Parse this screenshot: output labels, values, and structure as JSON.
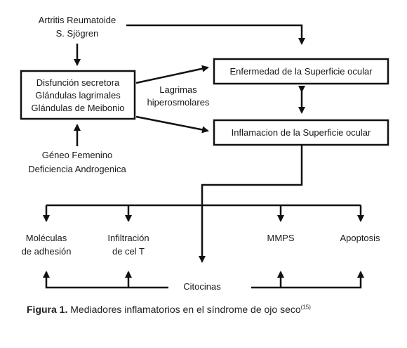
{
  "nodes": {
    "ar_line1": "Artritis Reumatoide",
    "ar_line2": "S. Sjögren",
    "disf_line1": "Disfunción secretora",
    "disf_line2": "Glándulas lagrimales",
    "disf_line3": "Glándulas de Meibonio",
    "gen_line1": "Géneo Femenino",
    "gen_line2": "Deficiencia Androgenica",
    "enfermedad": "Enfermedad de la Superficie ocular",
    "inflamacion": "Inflamacion de la Superficie ocular",
    "lagrimas_line1": "Lagrimas",
    "lagrimas_line2": "hiperosmolares",
    "moleculas_line1": "Moléculas",
    "moleculas_line2": "de adhesión",
    "infiltracion_line1": "Infiltración",
    "infiltracion_line2": "de cel T",
    "mmps": "MMPS",
    "apoptosis": "Apoptosis",
    "citocinas": "Citocinas"
  },
  "caption": {
    "label": "Figura 1.",
    "text": " Mediadores inflamatorios en el síndrome de ojo seco",
    "ref": "(15)"
  }
}
